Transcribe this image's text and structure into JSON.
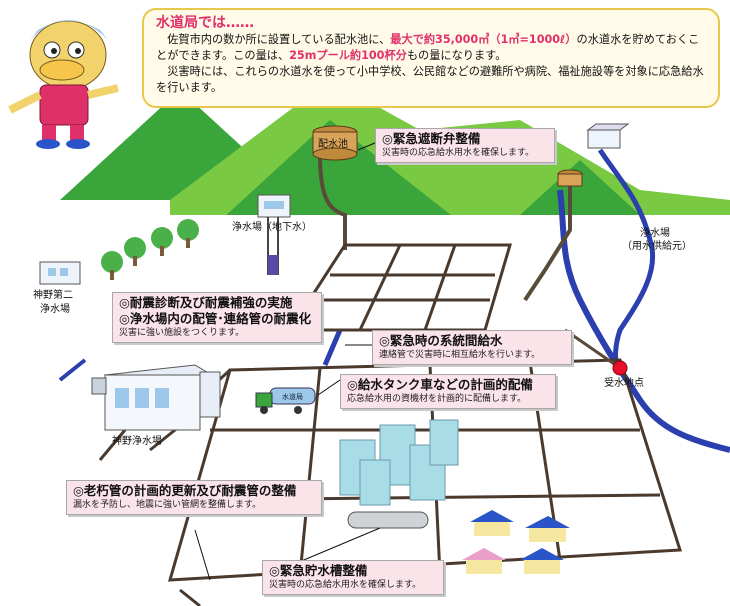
{
  "intro": {
    "heading": "水道局では……",
    "p1_a": "佐賀市内の数か所に設置している配水池に、",
    "p1_hl": "最大で約35,000㎥（1㎥=1000ℓ）",
    "p1_b": "の水道水を貯めておくことができます。この量は、",
    "p1_hl2": "25mプール約100杯分",
    "p1_c": "もの量になります。",
    "p2": "災害時には、これらの水道水を使って小中学校、公民館などの避難所や病院、福祉施設等を対象に応急給水を行います。"
  },
  "labels": {
    "reservoir": "配水池",
    "purification_underground": "浄水場（地下水）",
    "purification_supply_1": "浄水場",
    "purification_supply_2": "（用水供給元）",
    "kono2_1": "神野第二",
    "kono2_2": "浄水場",
    "kono": "神野浄水場",
    "intake_point": "受水地点",
    "truck_text": "水道局"
  },
  "callouts": {
    "valve": {
      "title": "◎緊急遮断弁整備",
      "desc": "災害時の応急給水用水を確保します。"
    },
    "seismic": {
      "title1": "◎耐震診断及び耐震補強の実施",
      "title2": "◎浄水場内の配管･連絡管の耐震化",
      "desc": "災害に強い施設をつくります。"
    },
    "interconnect": {
      "title": "◎緊急時の系統間給水",
      "desc": "連絡管で災害時に相互給水を行います。"
    },
    "tanker": {
      "title": "◎給水タンク車などの計画的配備",
      "desc": "応急給水用の資機材を計画的に配備します。"
    },
    "pipe": {
      "title": "◎老朽管の計画的更新及び耐震管の整備",
      "desc": "漏水を予防し、地震に強い管網を整備します。"
    },
    "tank": {
      "title": "◎緊急貯水槽整備",
      "desc": "災害時の応急給水用水を確保します。"
    }
  },
  "colors": {
    "accent": "#e0306a",
    "water": "#2b3fae",
    "pipe": "#5a4a3a",
    "mountain": "#3aa53a",
    "callout_bg": "#fbe3ea"
  }
}
